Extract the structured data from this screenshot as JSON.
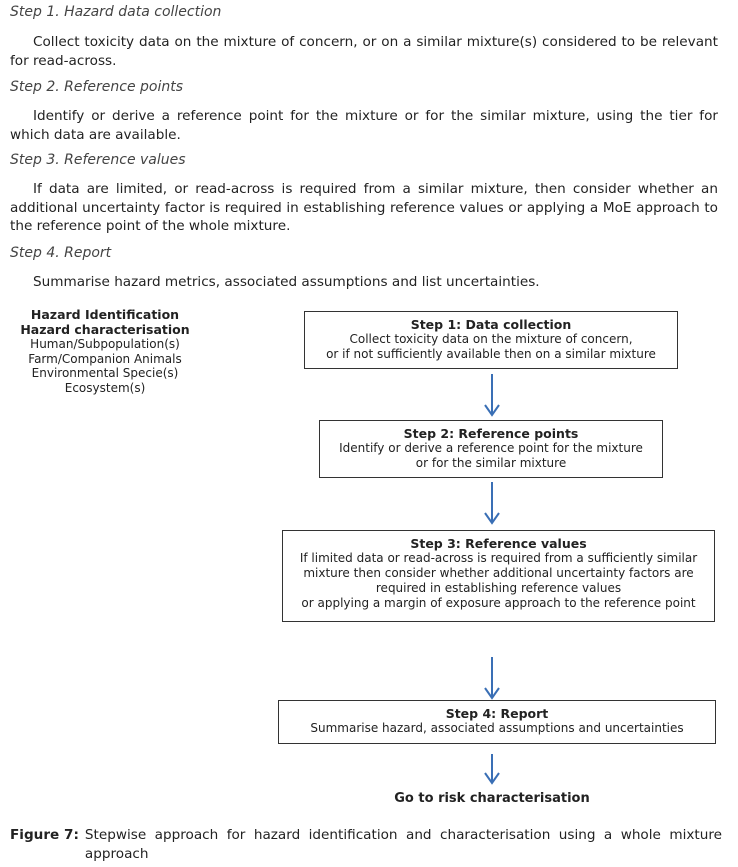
{
  "steps": [
    {
      "heading": "Step 1. Hazard data collection",
      "text": "Collect toxicity data on the mixture of concern, or on a similar mixture(s) considered to be relevant for read-across."
    },
    {
      "heading": "Step 2. Reference points",
      "text": "Identify or derive a reference point for the mixture or for the similar mixture, using the tier for which data are available."
    },
    {
      "heading": "Step 3. Reference values",
      "text": "If data are limited, or read-across is required from a similar mixture, then consider whether an additional uncertainty factor is required in establishing reference values or applying a MoE approach to the reference point of the whole mixture."
    },
    {
      "heading": "Step 4. Report",
      "text": "Summarise hazard metrics, associated assumptions and list uncertainties."
    }
  ],
  "side_panel": {
    "title1": "Hazard Identification",
    "title2": "Hazard characterisation",
    "items": [
      "Human/Subpopulation(s)",
      "Farm/Companion Animals",
      "Environmental Specie(s)",
      "Ecosystem(s)"
    ]
  },
  "flow": [
    {
      "title": "Step 1: Data collection",
      "lines": [
        "Collect toxicity data on the mixture of concern,",
        "or if not sufficiently available then on a similar mixture"
      ]
    },
    {
      "title": "Step 2: Reference points",
      "lines": [
        "Identify or derive a reference point for the mixture",
        "or for the similar mixture"
      ]
    },
    {
      "title": "Step 3: Reference values",
      "lines": [
        "If limited data or read-across is required from a sufficiently similar",
        "mixture then consider whether additional uncertainty factors are",
        "required in establishing reference values",
        "or applying a margin of exposure approach to the reference point"
      ]
    },
    {
      "title": "Step 4: Report",
      "lines": [
        "Summarise hazard, associated assumptions and uncertainties"
      ]
    }
  ],
  "goto": "Go to risk characterisation",
  "caption": {
    "label": "Figure 7:",
    "text": "Stepwise approach for hazard identification and characterisation using a whole mixture approach"
  },
  "colors": {
    "arrow": "#3a6fb5",
    "box_border": "#333333"
  }
}
